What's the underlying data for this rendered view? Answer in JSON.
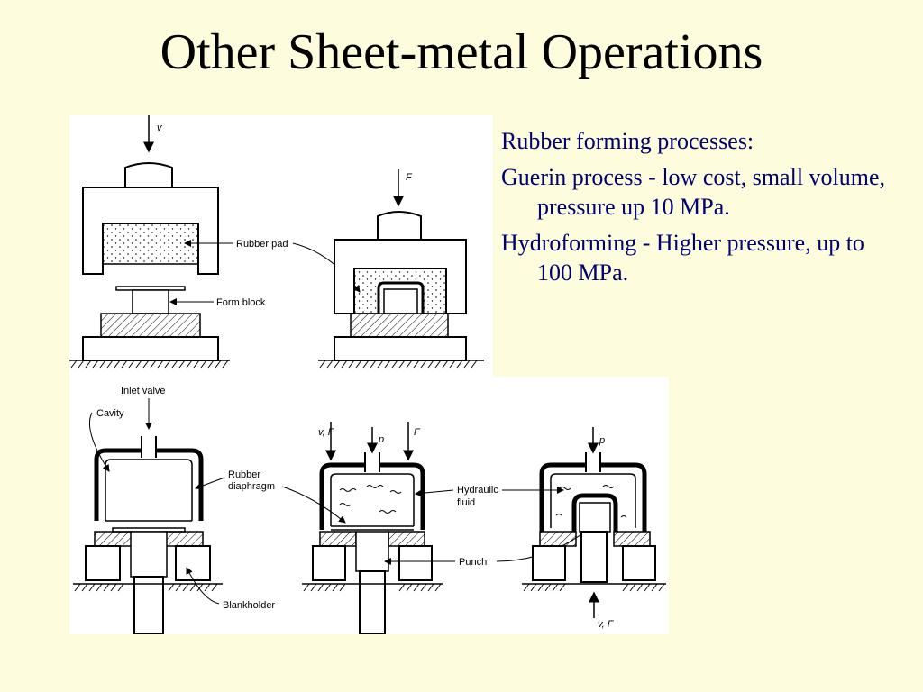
{
  "slide": {
    "title": "Other Sheet-metal Operations",
    "bullets": [
      "Rubber forming processes:",
      "Guerin process - low cost, small volume, pressure up 10 MPa.",
      "Hydroforming - Higher pressure, up to 100 MPa."
    ]
  },
  "diagram_top": {
    "velocity_label": "v",
    "force_label": "F",
    "rubber_pad_label": "Rubber pad",
    "form_block_label": "Form block"
  },
  "diagram_bottom": {
    "inlet_valve_label": "Inlet valve",
    "cavity_label": "Cavity",
    "rubber_diaphragm_label_1": "Rubber",
    "rubber_diaphragm_label_2": "diaphragm",
    "blankholder_label": "Blankholder",
    "vf_label_left": "v, F",
    "p_label_middle": "p",
    "f_label_middle": "F",
    "hydraulic_fluid_label_1": "Hydraulic",
    "hydraulic_fluid_label_2": "fluid",
    "punch_label": "Punch",
    "p_label_right": "p",
    "vf_label_bottom": "v, F"
  },
  "colors": {
    "background": "#fdfdde",
    "bullet_text": "#000070",
    "title_text": "#000000"
  }
}
